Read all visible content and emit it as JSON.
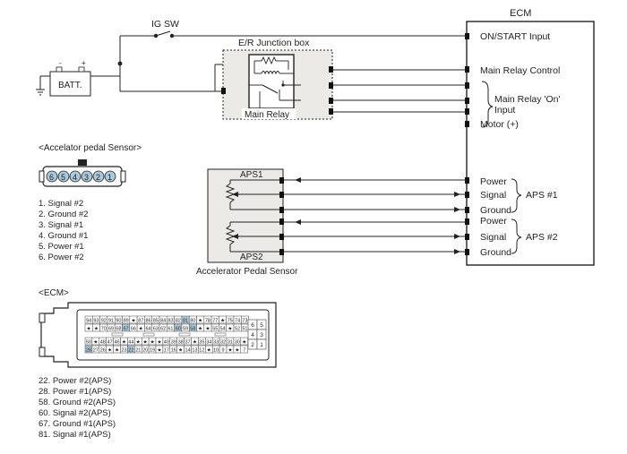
{
  "ecm": {
    "title": "ECM",
    "inputs": [
      "ON/START Input",
      "Main Relay Control",
      "Main Relay 'On'",
      "Input",
      "Motor (+)"
    ],
    "aps_pins": [
      "Power",
      "Signal",
      "Ground",
      "Power",
      "Signal",
      "Ground"
    ],
    "aps_groups": [
      "APS #1",
      "APS #2"
    ]
  },
  "ig_sw": "IG SW",
  "battery": "BATT.",
  "junction_box": {
    "title": "E/R Junction box",
    "relay": "Main Relay"
  },
  "sensor_box": {
    "aps1": "APS1",
    "aps2": "APS2",
    "caption": "Accelerator Pedal Sensor"
  },
  "pedal_sensor": {
    "title": "<Accelator pedal Sensor>",
    "pins": [
      "6",
      "5",
      "4",
      "3",
      "2",
      "1"
    ],
    "legend": [
      "1. Signal #2",
      "2. Ground #2",
      "3. Signal #1",
      "4. Ground #1",
      "5. Power #1",
      "6. Power #2"
    ]
  },
  "ecm_connector": {
    "title": "<ECM>",
    "top_row": [
      "94",
      "93",
      "92",
      "91",
      "90",
      "89",
      "★",
      "87",
      "86",
      "85",
      "84",
      "83",
      "82",
      "81",
      "80",
      "★",
      "78",
      "77",
      "★",
      "75",
      "74",
      "73"
    ],
    "mid_row": [
      "★",
      "★",
      "70",
      "69",
      "68",
      "67",
      "66",
      "★",
      "64",
      "63",
      "62",
      "61",
      "60",
      "59",
      "58",
      "★",
      "★",
      "55",
      "54",
      "★",
      "52",
      "51"
    ],
    "row3": [
      "50",
      "★",
      "48",
      "47",
      "46",
      "★",
      "44",
      "★",
      "★",
      "★",
      "★",
      "40",
      "39",
      "38",
      "37",
      "★",
      "35",
      "34",
      "33",
      "32",
      "31",
      "30",
      "★"
    ],
    "row4": [
      "28",
      "27",
      "26",
      "★",
      "★",
      "23",
      "22",
      "21",
      "20",
      "19",
      "★",
      "17",
      "16",
      "★",
      "14",
      "13",
      "12",
      "★",
      "10",
      "9",
      "★",
      "★",
      "7"
    ],
    "side_pins": [
      "6",
      "5",
      "4",
      "3",
      "2",
      "1"
    ],
    "legend": [
      "22. Power #2(APS)",
      "28. Power #1(APS)",
      "58. Ground #2(APS)",
      "60. Signal #2(APS)",
      "67. Ground #1(APS)",
      "81. Signal #1(APS)"
    ]
  }
}
